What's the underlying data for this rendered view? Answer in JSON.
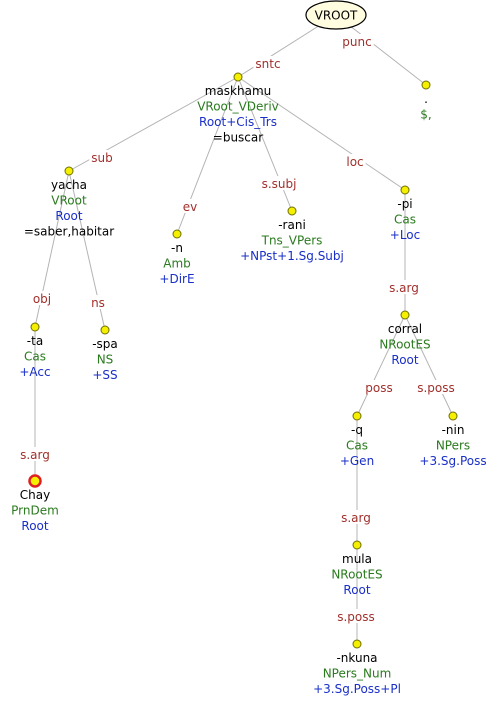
{
  "colors": {
    "edge_line": "#b4b4b4",
    "edge_label": "#a0302c",
    "word": "#000000",
    "pos": "#2a7a1e",
    "features": "#1a2fc8",
    "node_fill": "#f5f000",
    "node_stroke": "#6e6e00",
    "root_fill": "#fffce0",
    "selected_ring": "#e02020"
  },
  "root_label": "VROOT",
  "nodes": [
    {
      "id": "root",
      "parent": null,
      "edge": "",
      "lines": []
    },
    {
      "id": "maskhamu",
      "parent": "root",
      "edge": "sntc",
      "lines": [
        "maskhamu",
        "VRoot_VDeriv",
        "Root+Cis_Trs",
        "=buscar"
      ]
    },
    {
      "id": "punct",
      "parent": "root",
      "edge": "punc",
      "lines": [
        ".",
        "$,"
      ]
    },
    {
      "id": "yacha",
      "parent": "maskhamu",
      "edge": "sub",
      "lines": [
        "yacha",
        "VRoot",
        "Root",
        "=saber,habitar"
      ]
    },
    {
      "id": "n",
      "parent": "maskhamu",
      "edge": "ev",
      "lines": [
        "-n",
        "Amb",
        "+DirE"
      ]
    },
    {
      "id": "rani",
      "parent": "maskhamu",
      "edge": "s.subj",
      "lines": [
        "-rani",
        "Tns_VPers",
        "+NPst+1.Sg.Subj"
      ]
    },
    {
      "id": "pi",
      "parent": "maskhamu",
      "edge": "loc",
      "lines": [
        "-pi",
        "Cas",
        "+Loc"
      ]
    },
    {
      "id": "ta",
      "parent": "yacha",
      "edge": "obj",
      "lines": [
        "-ta",
        "Cas",
        "+Acc"
      ]
    },
    {
      "id": "spa",
      "parent": "yacha",
      "edge": "ns",
      "lines": [
        "-spa",
        "NS",
        "+SS"
      ]
    },
    {
      "id": "chay",
      "parent": "ta",
      "edge": "s.arg",
      "lines": [
        "Chay",
        "PrnDem",
        "Root"
      ],
      "selected": true
    },
    {
      "id": "corral",
      "parent": "pi",
      "edge": "s.arg",
      "lines": [
        "corral",
        "NRootES",
        "Root"
      ]
    },
    {
      "id": "q",
      "parent": "corral",
      "edge": "poss",
      "lines": [
        "-q",
        "Cas",
        "+Gen"
      ]
    },
    {
      "id": "nin",
      "parent": "corral",
      "edge": "s.poss",
      "lines": [
        "-nin",
        "NPers",
        "+3.Sg.Poss"
      ]
    },
    {
      "id": "mula",
      "parent": "q",
      "edge": "s.arg",
      "lines": [
        "mula",
        "NRootES",
        "Root"
      ]
    },
    {
      "id": "nkuna",
      "parent": "mula",
      "edge": "s.poss",
      "lines": [
        "-nkuna",
        "NPers_Num",
        "+3.Sg.Poss+Pl"
      ]
    }
  ]
}
